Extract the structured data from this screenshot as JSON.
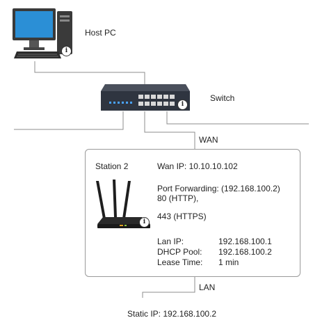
{
  "host": {
    "label": "Host PC"
  },
  "switch": {
    "label": "Switch"
  },
  "wan": {
    "label": "WAN"
  },
  "lan": {
    "label": "LAN"
  },
  "station": {
    "name": "Station 2",
    "wan_ip": "Wan IP: 10.10.10.102",
    "port_forwarding": "Port Forwarding: (192.168.100.2)",
    "pf_http": "80 (HTTP),",
    "pf_https": "443 (HTTPS)",
    "lan_ip_key": "Lan IP:",
    "lan_ip_val": "192.168.100.1",
    "dhcp_key": "DHCP Pool:",
    "dhcp_val": "192.168.100.2",
    "lease_key": "Lease Time:",
    "lease_val": "1 min"
  },
  "static_ip": "Static IP: 192.168.100.2",
  "colors": {
    "monitor_screen": "#2b8fd6",
    "switch_body": "#2f3540",
    "port_leds": "#4aa3ff",
    "wire": "#8c8c8c"
  },
  "icons": [
    "desktop-computer-icon",
    "network-switch-icon",
    "wireless-router-icon",
    "info-icon"
  ]
}
